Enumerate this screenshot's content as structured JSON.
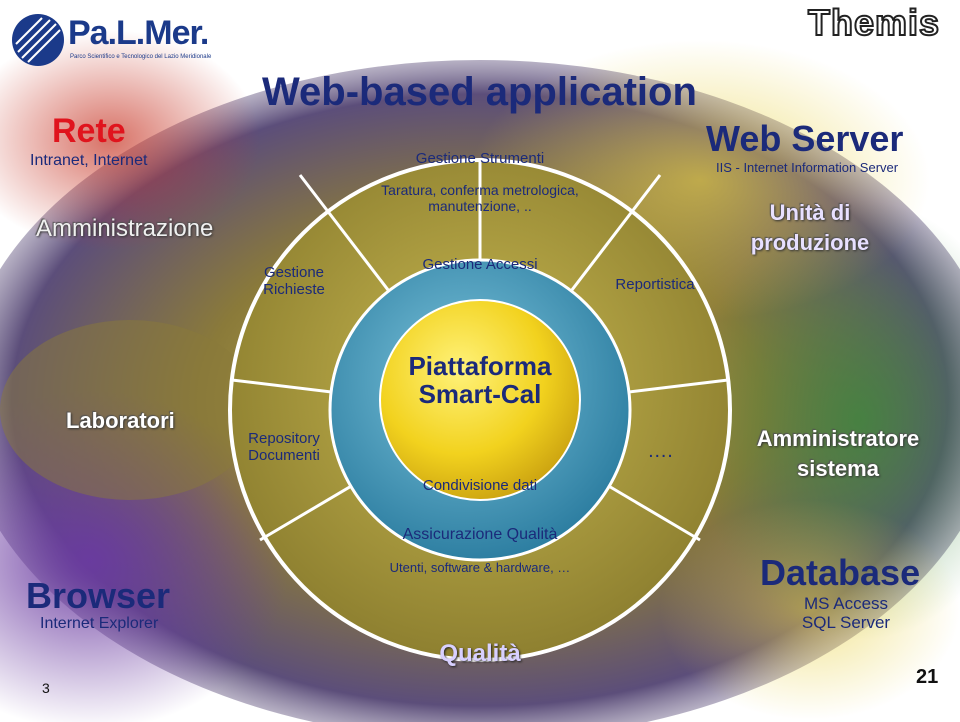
{
  "logo": {
    "name": "Pa.L.Mer.",
    "tagline": "Parco Scientifico e Tecnologico del Lazio Meridionale"
  },
  "brand": "Themis",
  "title": "Web-based application",
  "left": {
    "rete_title": "Rete",
    "rete_sub": "Intranet, Internet",
    "amministrazione": "Amministrazione",
    "laboratori": "Laboratori",
    "browser_title": "Browser",
    "browser_sub": "Internet Explorer",
    "page_left": "3"
  },
  "right": {
    "webserver_title": "Web Server",
    "webserver_sub": "IIS - Internet Information Server",
    "unita_line1": "Unità di",
    "unita_line2": "produzione",
    "admin_line1": "Amministratore",
    "admin_line2": "sistema",
    "database_title": "Database",
    "db_line1": "MS Access",
    "db_line2": "SQL Server",
    "page_right": "21"
  },
  "wheel": {
    "center_line1": "Piattaforma",
    "center_line2": "Smart-Cal",
    "segments": {
      "gestione_strumenti": "Gestione Strumenti",
      "taratura_line1": "Taratura, conferma metrologica,",
      "taratura_line2": "manutenzione, ..",
      "gestione_richieste_line1": "Gestione",
      "gestione_richieste_line2": "Richieste",
      "gestione_accessi": "Gestione Accessi",
      "reportistica": "Reportistica",
      "repository_line1": "Repository",
      "repository_line2": "Documenti",
      "dots": "….",
      "condivisione": "Condivisione dati",
      "assicurazione": "Assicurazione Qualità",
      "utenti": "Utenti, software & hardware, …",
      "qualita": "Qualità"
    }
  },
  "colors": {
    "wheel_olive": "#a89a3a",
    "ring_blue": "#4aa0c0",
    "center_yellow": "#f0d020",
    "title_navy": "#1b2a7a",
    "accent_red": "#e0141d"
  }
}
